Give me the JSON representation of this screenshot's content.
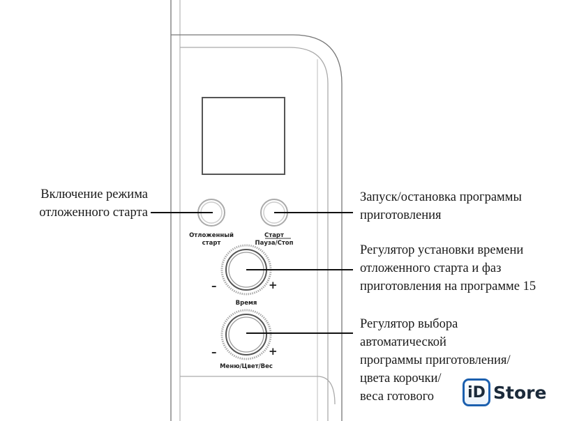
{
  "device": {
    "buttons": [
      {
        "caption_lines": [
          "Отложенный",
          "старт"
        ]
      },
      {
        "caption_lines": [
          "Старт",
          "Пауза/Стоп"
        ]
      }
    ],
    "knobs": [
      {
        "caption": "Время",
        "minus": "–",
        "plus": "+"
      },
      {
        "caption": "Меню/Цвет/Вес",
        "minus": "–",
        "plus": "+"
      }
    ]
  },
  "callouts": {
    "delay_start": [
      "Включение режима",
      "отложенного старта"
    ],
    "start_stop": [
      "Запуск/остановка программы",
      "приготовления"
    ],
    "time_knob": [
      "Регулятор установки времени",
      "отложенного старта и фаз",
      "приготовления на программе 15"
    ],
    "menu_knob": [
      "Регулятор выбора",
      "автоматической",
      "программы приготовления/",
      "цвета корочки/",
      "веса готового"
    ]
  },
  "watermark": {
    "icon_text": "iD",
    "text": "Store",
    "color": "#1b5fae"
  }
}
